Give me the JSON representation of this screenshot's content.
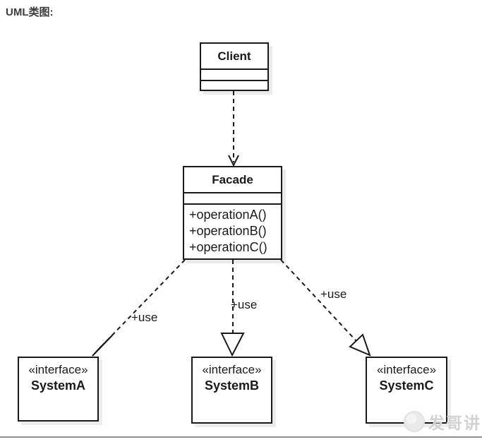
{
  "title": "UML类图:",
  "diagram": {
    "classes": {
      "client": {
        "name": "Client"
      },
      "facade": {
        "name": "Facade",
        "operations": [
          "+operationA()",
          "+operationB()",
          "+operationC()"
        ]
      },
      "systemA": {
        "stereotype": "«interface»",
        "name": "SystemA"
      },
      "systemB": {
        "stereotype": "«interface»",
        "name": "SystemB"
      },
      "systemC": {
        "stereotype": "«interface»",
        "name": "SystemC"
      }
    },
    "edges": {
      "facade_to_systemA": {
        "label": "+use"
      },
      "facade_to_systemB": {
        "label": "+use"
      },
      "facade_to_systemC": {
        "label": "+use"
      }
    }
  },
  "colors": {
    "box_border": "#1a1a1a",
    "box_shadow": "#ececec",
    "divider": "#8f8f8f",
    "watermark": "#d2d2d2"
  },
  "watermark": {
    "text": "发哥讲"
  }
}
